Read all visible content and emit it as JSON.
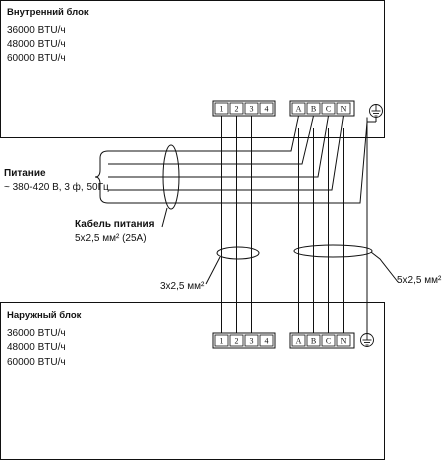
{
  "indoor": {
    "title": "Внутренний блок",
    "models": [
      "36000 BTU/ч",
      "48000 BTU/ч",
      "60000 BTU/ч"
    ]
  },
  "outdoor": {
    "title": "Наружный блок",
    "models": [
      "36000 BTU/ч",
      "48000 BTU/ч",
      "60000 BTU/ч"
    ]
  },
  "terminals": {
    "signal": [
      "1",
      "2",
      "3",
      "4"
    ],
    "power": [
      "A",
      "B",
      "C",
      "N"
    ]
  },
  "power_supply": {
    "title": "Питание",
    "spec": "~ 380-420 В, 3 ф, 50Гц"
  },
  "power_cable": {
    "title": "Кабель питания",
    "spec": "5х2,5 мм² (25A)"
  },
  "cable_signal": "3х2,5 мм²",
  "cable_power": "5х2,5 мм²",
  "icons": [
    "ground-icon"
  ]
}
